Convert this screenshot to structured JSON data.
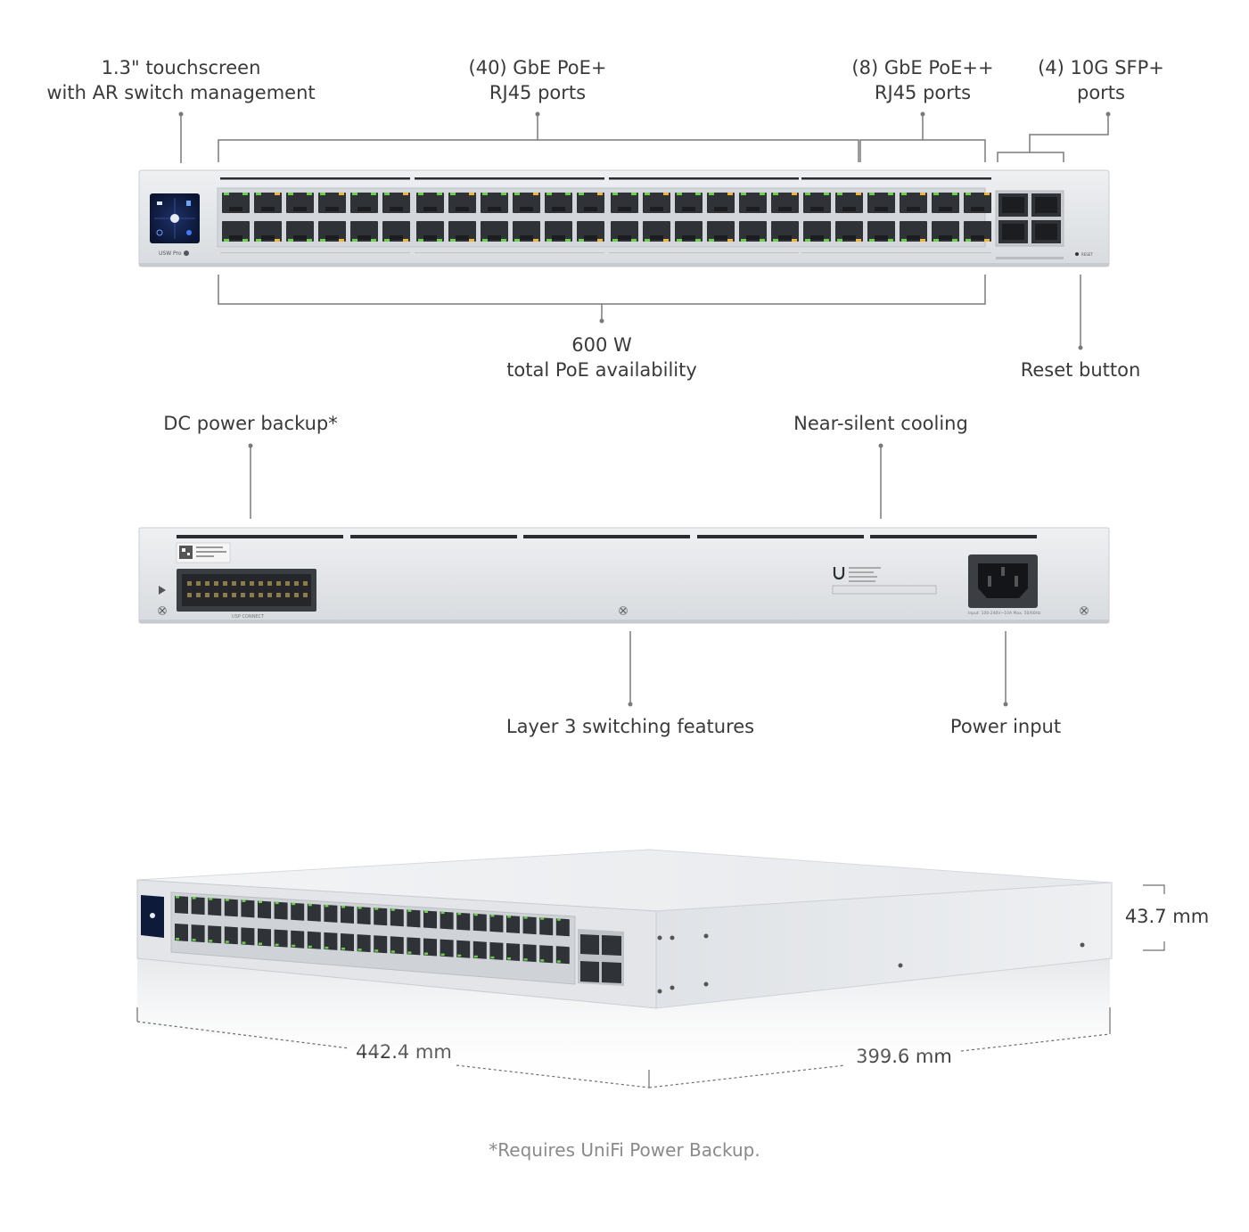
{
  "callouts": {
    "touchscreen": {
      "line1": "1.3\" touchscreen",
      "line2": "with AR switch management"
    },
    "poe_plus": {
      "line1": "(40) GbE PoE+",
      "line2": "RJ45 ports"
    },
    "poe_plusplus": {
      "line1": "(8) GbE PoE++",
      "line2": "RJ45 ports"
    },
    "sfp": {
      "line1": "(4) 10G SFP+",
      "line2": "ports"
    },
    "poe_budget": {
      "line1": "600 W",
      "line2": "total PoE availability"
    },
    "reset": {
      "line1": "Reset button"
    },
    "dc_backup": {
      "line1": "DC power backup*"
    },
    "cooling": {
      "line1": "Near-silent cooling"
    },
    "layer3": {
      "line1": "Layer 3 switching features"
    },
    "power_input": {
      "line1": "Power input"
    }
  },
  "dimensions": {
    "height": "43.7 mm",
    "width": "442.4 mm",
    "depth": "399.6 mm"
  },
  "footnote": "*Requires UniFi Power Backup.",
  "device": {
    "model_label": "USW Pro",
    "reset_label": "RESET",
    "usp_label": "USP CONNECT",
    "power_rating": "Input: 100-240V~10A Max. 50/60Hz"
  },
  "colors": {
    "chassis": "#e4e6e9",
    "port": "#2f3236",
    "led_green": "#6bd04a",
    "led_amber": "#f0b43c",
    "screen": "#0e1a3a",
    "line": "#7a7a7a"
  }
}
